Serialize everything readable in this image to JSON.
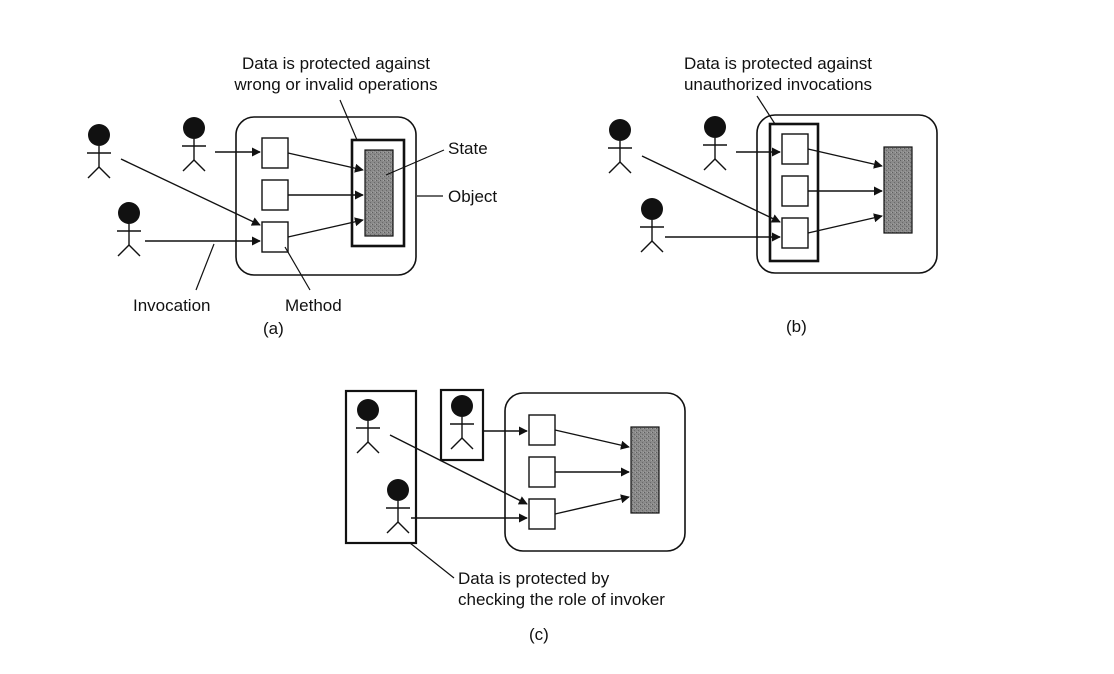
{
  "panel_a": {
    "caption": "(a)",
    "callout_line1": "Data is protected against",
    "callout_line2": "wrong or invalid operations",
    "state_label": "State",
    "object_label": "Object",
    "invocation_label": "Invocation",
    "method_label": "Method"
  },
  "panel_b": {
    "caption": "(b)",
    "callout_line1": "Data is protected against",
    "callout_line2": "unauthorized invocations"
  },
  "panel_c": {
    "caption": "(c)",
    "callout_line1": "Data is protected by",
    "callout_line2": "checking the role of invoker"
  },
  "icons": [
    "actor-icon",
    "method-box",
    "state-block",
    "arrow"
  ]
}
